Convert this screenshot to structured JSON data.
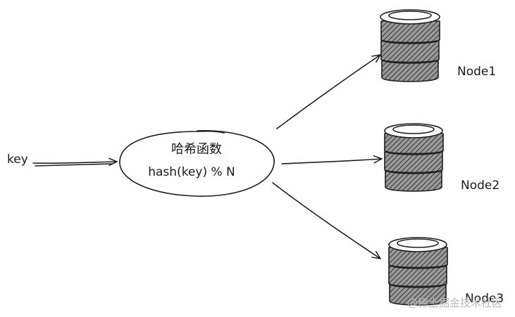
{
  "input": {
    "label": "key"
  },
  "hash_function": {
    "title": "哈希函数",
    "formula": "hash(key) % N"
  },
  "nodes": [
    {
      "label": "Node1"
    },
    {
      "label": "Node2"
    },
    {
      "label": "Node3"
    }
  ],
  "watermark": {
    "text": "@稀土掘金技术社区"
  },
  "style": {
    "stroke_color": "#1e1e1e",
    "hatch_color": "#3a3a3a",
    "background": "#ffffff"
  }
}
